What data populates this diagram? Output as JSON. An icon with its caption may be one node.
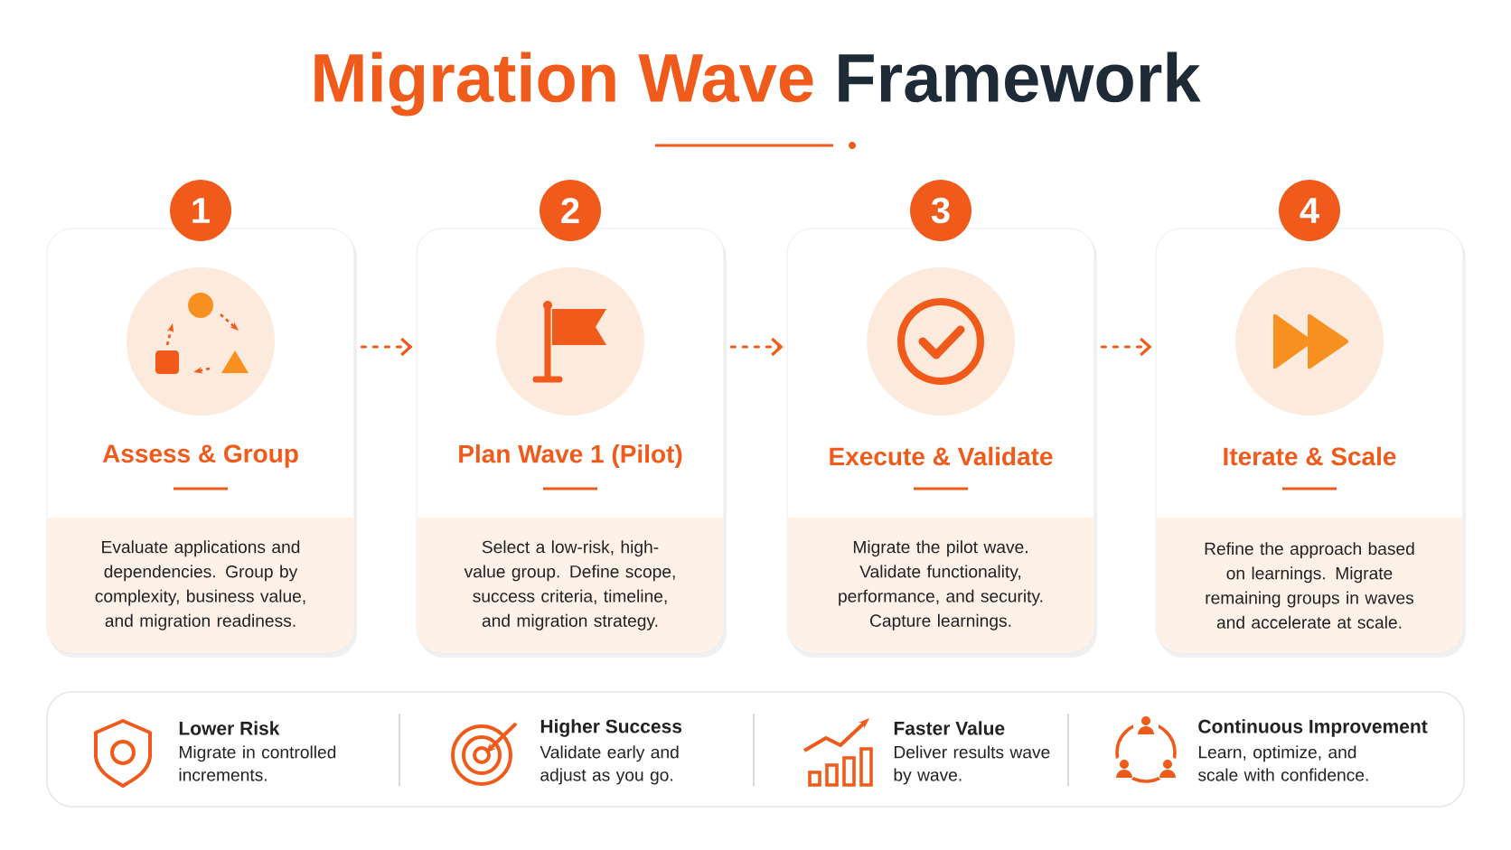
{
  "diagram": {
    "title": "Migration Wave **Framework**",
    "nodes": [
      {
        "text": [
          "Assess & Group",
          "Evaluate applications and dependencies. Group by complexity, business value, and migration readiness."
        ],
        "beside": [
          "1"
        ]
      },
      {
        "text": [
          "Plan Wave 1 (Pilot)",
          "Select a low-risk, high-value group. Define scope, success criteria, timeline, and migration strategy."
        ],
        "beside": [
          "2"
        ]
      },
      {
        "text": [
          "Execute & Validate",
          "Migrate the pilot wave. Validate functionality, performance, and security. Capture learnings."
        ],
        "beside": [
          "3"
        ]
      },
      {
        "text": [
          "Iterate & Scale",
          "Refine the approach based on learnings. Migrate remaining groups in waves and accelerate at scale."
        ],
        "beside": [
          "4"
        ]
      }
    ],
    "edges": [
      {
        "from": 0,
        "to": 1,
        "arrow": "to",
        "style": "dashed"
      },
      {
        "from": 1,
        "to": 2,
        "arrow": "to",
        "style": "dashed"
      },
      {
        "from": 2,
        "to": 3,
        "arrow": "to",
        "style": "dashed"
      }
    ],
    "labels": [
      "Lower Risk",
      "Migrate in controlled increments.",
      "Higher Success",
      "Validate early and adjust as you go.",
      "Faster Value",
      "Deliver results wave by wave.",
      "Continuous Improvement",
      "Learn, optimize, and scale with confidence."
    ]
  }
}
